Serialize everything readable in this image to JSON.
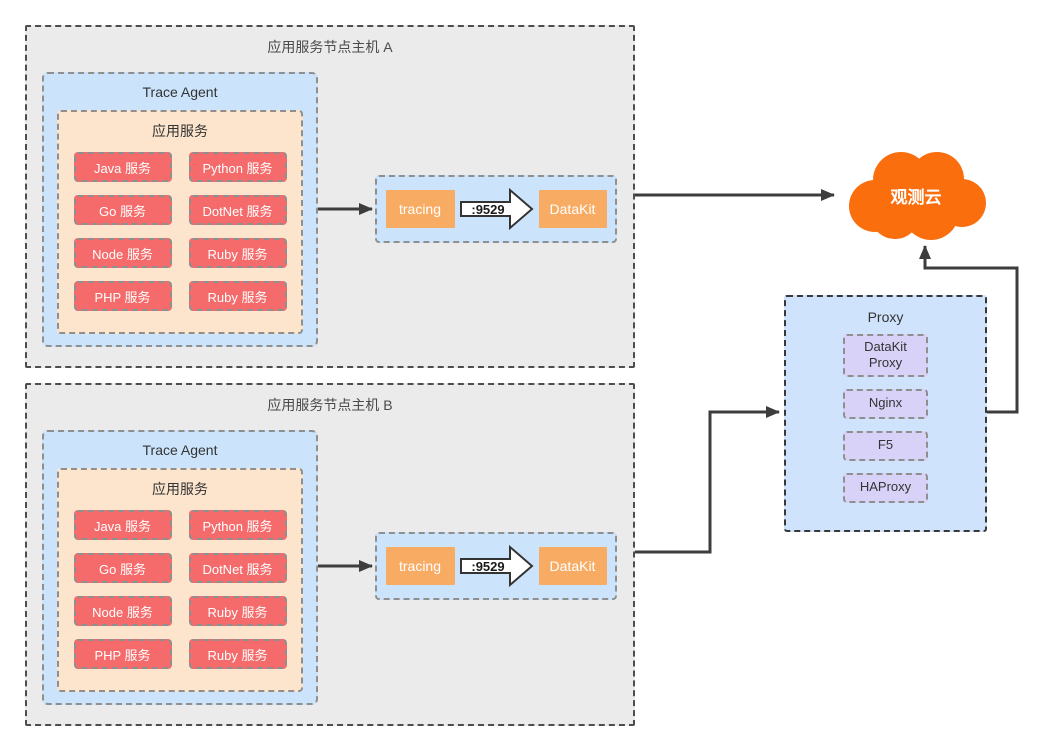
{
  "diagram": {
    "hosts": [
      {
        "title": "应用服务节点主机 A",
        "agent": {
          "title": "Trace Agent",
          "services_group": {
            "title": "应用服务",
            "services": [
              "Java 服务",
              "Python 服务",
              "Go 服务",
              "DotNet 服务",
              "Node 服务",
              "Ruby 服务",
              "PHP 服务",
              "Ruby 服务"
            ]
          }
        },
        "pipeline": {
          "input": "tracing",
          "port": ":9529",
          "output": "DataKit"
        }
      },
      {
        "title": "应用服务节点主机 B",
        "agent": {
          "title": "Trace Agent",
          "services_group": {
            "title": "应用服务",
            "services": [
              "Java 服务",
              "Python 服务",
              "Go 服务",
              "DotNet 服务",
              "Node 服务",
              "Ruby 服务",
              "PHP 服务",
              "Ruby 服务"
            ]
          }
        },
        "pipeline": {
          "input": "tracing",
          "port": ":9529",
          "output": "DataKit"
        }
      }
    ],
    "proxy": {
      "title": "Proxy",
      "items": [
        "DataKit Proxy",
        "Nginx",
        "F5",
        "HAProxy"
      ]
    },
    "cloud": {
      "label": "观测云"
    },
    "colors": {
      "host_bg": "#ebebeb",
      "host_border": "#4d4d4d",
      "agent_bg": "#cce4fb",
      "services_bg": "#fde5cd",
      "service_bg": "#f56b6b",
      "node_bg": "#f8ab63",
      "proxy_bg": "#cfe3fc",
      "proxy_item_bg": "#d9d2f8",
      "cloud_bg": "#fa6e0e",
      "arrow": "#3d3d3d"
    }
  }
}
